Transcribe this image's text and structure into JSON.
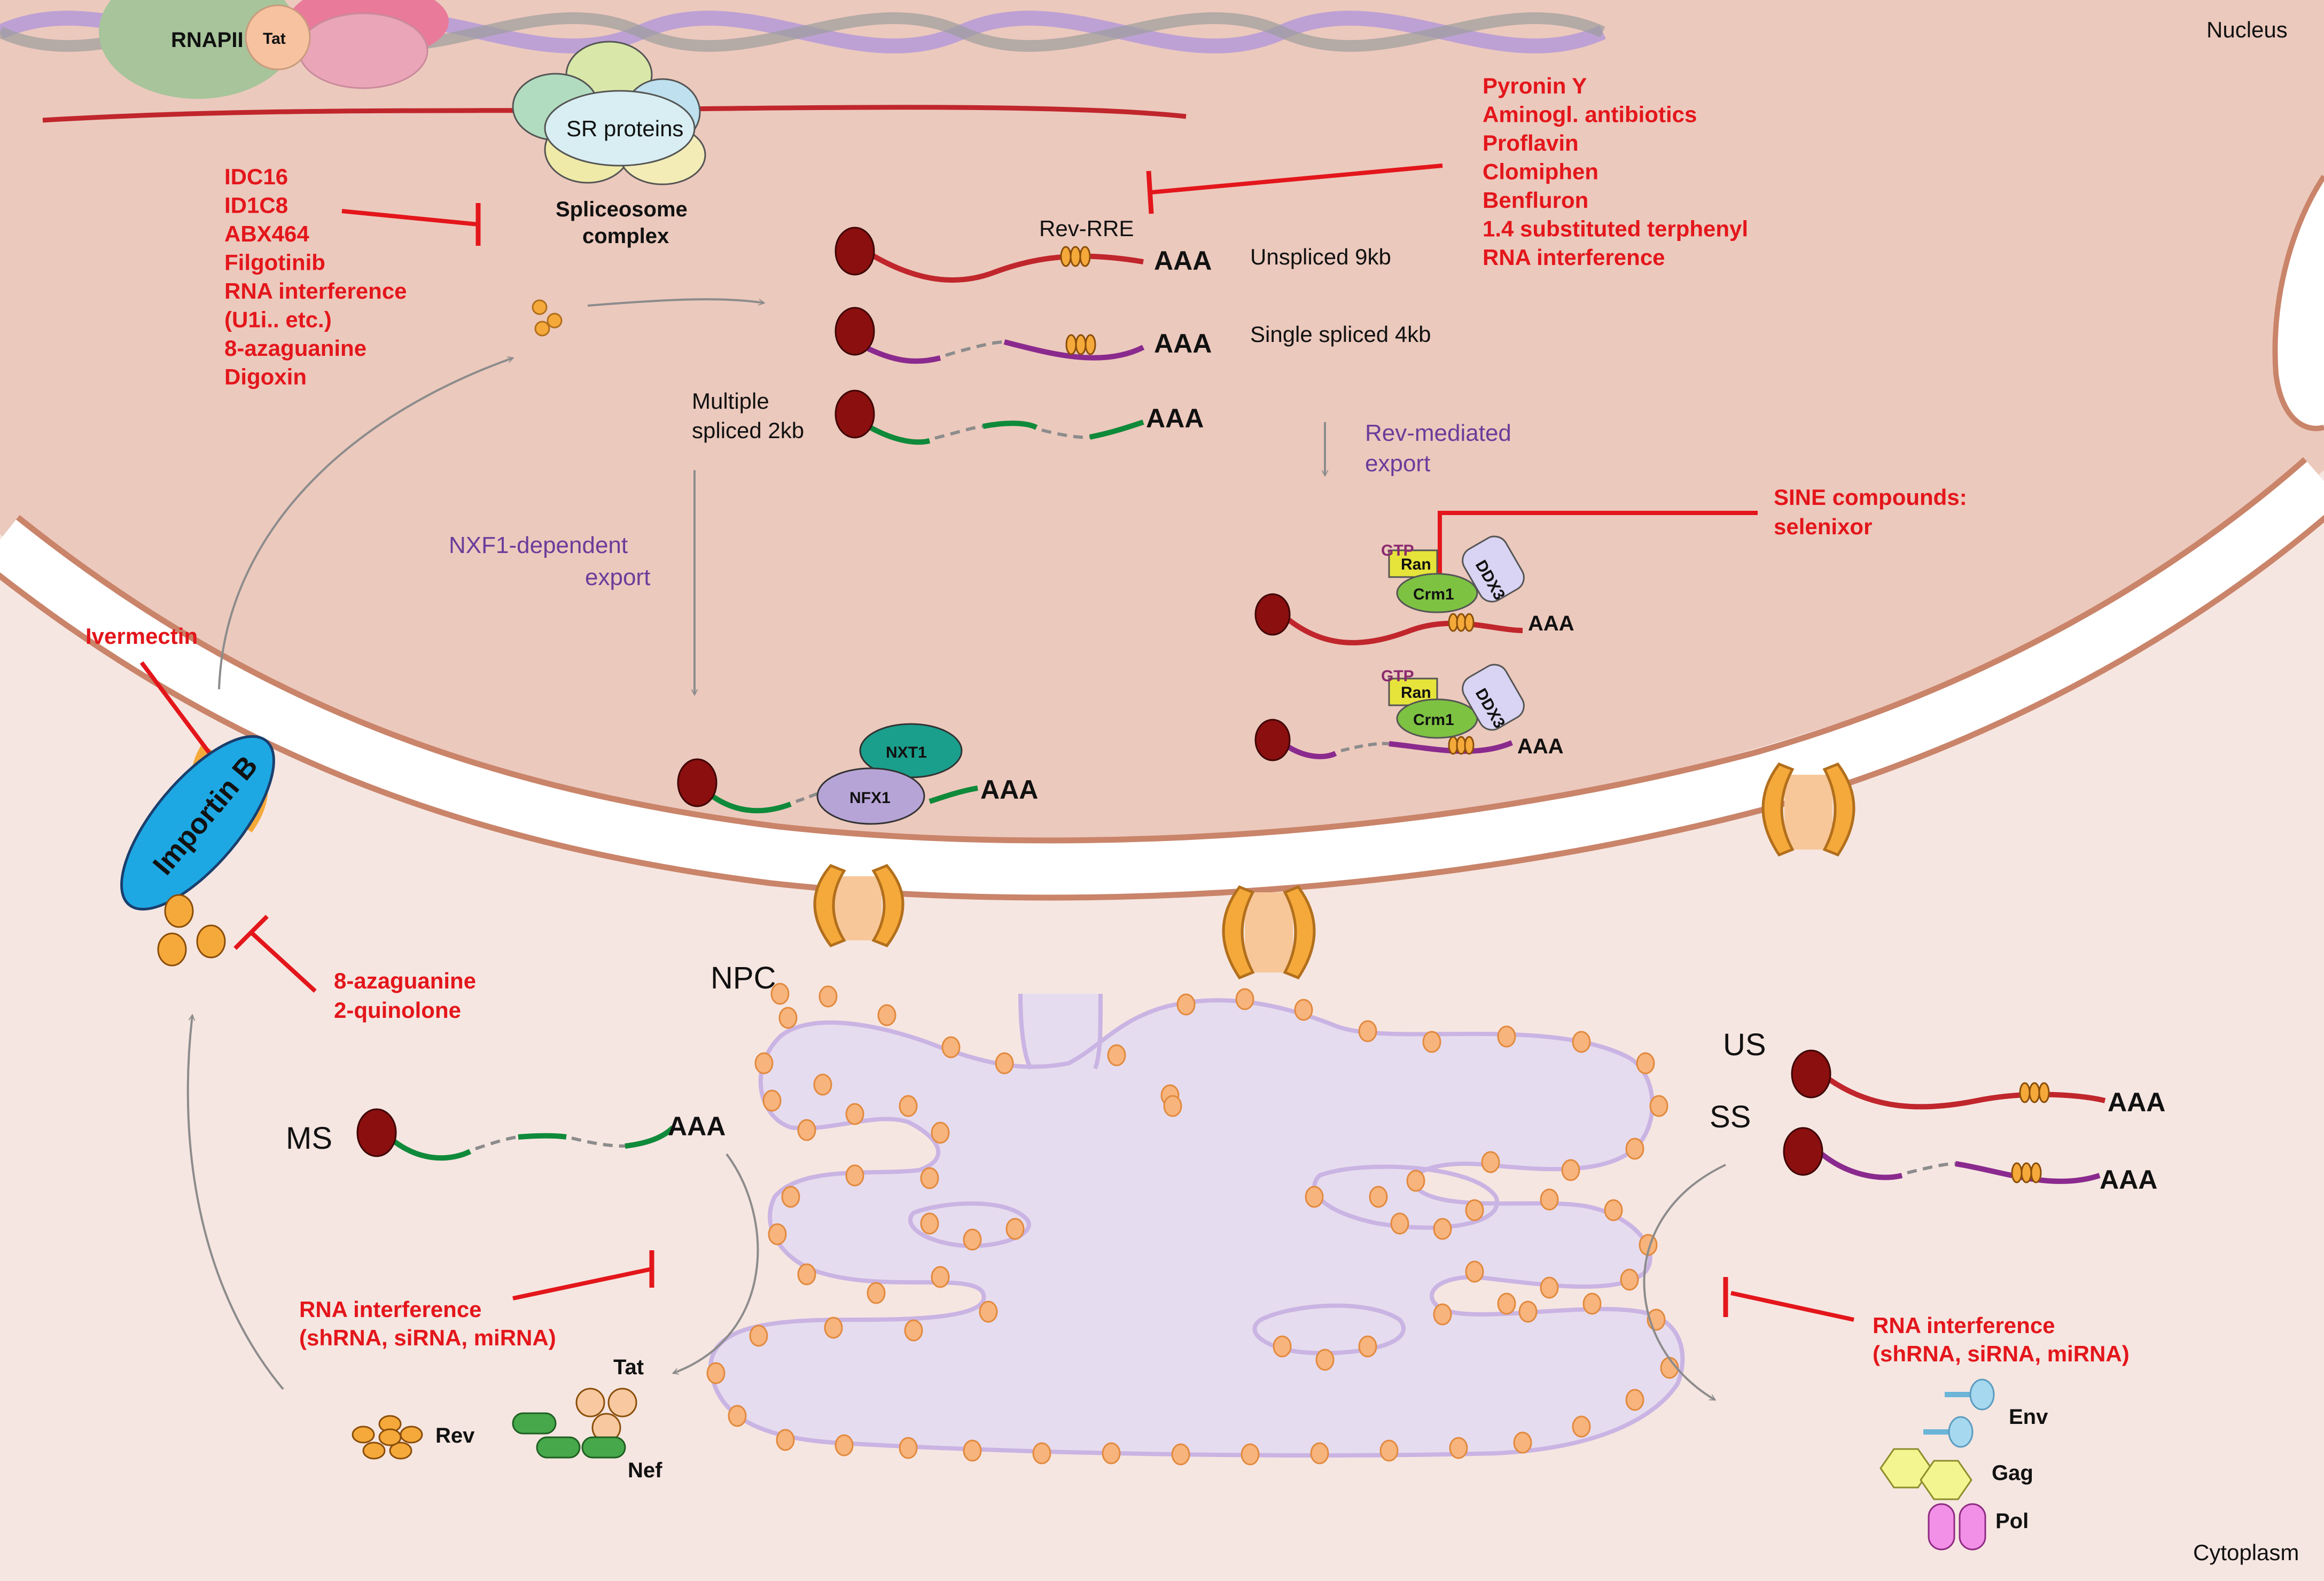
{
  "compartments": {
    "nucleus": "Nucleus",
    "cytoplasm": "Cytoplasm"
  },
  "transcription": {
    "rnapii": "RNAPII",
    "tat": "Tat",
    "sr_proteins": "SR proteins",
    "spliceosome_line1": "Spliceosome",
    "spliceosome_line2": "complex"
  },
  "splicing_inhibitors": [
    "IDC16",
    "ID1C8",
    "ABX464",
    "Filgotinib",
    "RNA interference",
    "(U1i.. etc.)",
    "8-azaguanine",
    "Digoxin"
  ],
  "rev_rre_inhibitors": [
    "Pyronin Y",
    "Aminogl. antibiotics",
    "Proflavin",
    "Clomiphen",
    "Benfluron",
    "1.4 substituted terphenyl",
    "RNA interference"
  ],
  "transcripts": {
    "rev_rre": "Rev-RRE",
    "polya": "AAA",
    "unspliced": "Unspliced 9kb",
    "single_spliced": "Single spliced 4kb",
    "multiple_spliced_line1": "Multiple",
    "multiple_spliced_line2": "spliced 2kb"
  },
  "export": {
    "rev_mediated_line1": "Rev-mediated",
    "rev_mediated_line2": "export",
    "nxf1_line1": "NXF1-dependent",
    "nxf1_line2": "export",
    "nxt1": "NXT1",
    "nfx1": "NFX1",
    "gtp": "GTP",
    "ran": "Ran",
    "crm1": "Crm1",
    "ddx3": "DDX3",
    "sine_line1": "SINE compounds:",
    "sine_line2": "selenixor"
  },
  "import": {
    "ivermectin": "Ivermectin",
    "importin": "Importin B",
    "npc": "NPC",
    "import_inhibitors": [
      "8-azaguanine",
      "2-quinolone"
    ]
  },
  "cytoplasm_items": {
    "ms": "MS",
    "us": "US",
    "ss": "SS",
    "rnai_left_line1": "RNA interference",
    "rnai_left_line2": "(shRNA, siRNA, miRNA)",
    "rnai_right_line1": "RNA interference",
    "rnai_right_line2": "(shRNA, siRNA, miRNA)",
    "tat": "Tat",
    "rev": "Rev",
    "nef": "Nef",
    "env": "Env",
    "gag": "Gag",
    "pol": "Pol"
  },
  "colors": {
    "nucleus_fill": "#ecc9bd",
    "cytoplasm_fill": "#f6e6e1",
    "membrane": "#c9846a",
    "inhibitor_red": "#e3161b",
    "cap": "#8b0f0f",
    "unspliced_rna": "#c0262c",
    "single_spliced_rna": "#8a2a8e",
    "multiple_spliced_rna": "#0f8a3a",
    "pore": "#f5a93a",
    "er_fill": "#e6dcef",
    "er_line": "#c9b4e3"
  }
}
